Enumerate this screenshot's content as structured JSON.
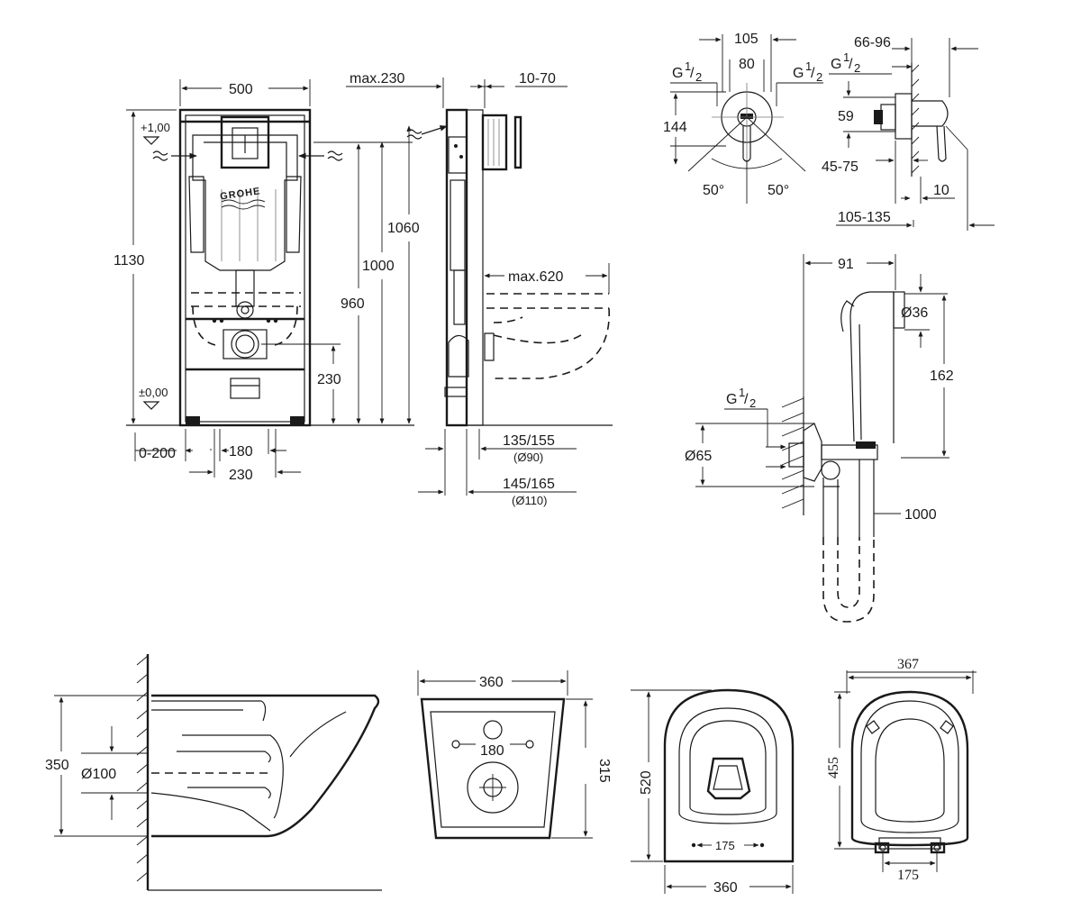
{
  "frame_front": {
    "width": "500",
    "height_total": "1130",
    "top_level": "+1,00",
    "floor_level": "±0,00",
    "h_1060": "1060",
    "h_1000": "1000",
    "h_960": "960",
    "h_230": "230",
    "offset": "0-200",
    "w_180": "180",
    "w_230": "230",
    "logo": "GROHE"
  },
  "frame_side": {
    "max_230": "max.230",
    "range_10_70": "10-70",
    "max_620": "max.620",
    "d_135_155": "135/155",
    "d_135_155_sub": "(Ø90)",
    "d_145_165": "145/165",
    "d_145_165_sub": "(Ø110)"
  },
  "mixer_front": {
    "w_105": "105",
    "w_80": "80",
    "thread_left": "G",
    "thread_right": "G",
    "thread_frac_num": "1",
    "thread_frac_den": "2",
    "h_144": "144",
    "angle_left": "50°",
    "angle_right": "50°"
  },
  "mixer_side": {
    "range_66_96": "66-96",
    "thread": "G",
    "thread_frac_num": "1",
    "thread_frac_den": "2",
    "h_59": "59",
    "range_45_75": "45-75",
    "w_10": "10",
    "range_105_135": "105-135"
  },
  "hand_shower": {
    "w_91": "91",
    "d_36": "Ø36",
    "h_162": "162",
    "thread": "G",
    "thread_frac_num": "1",
    "thread_frac_den": "2",
    "d_65": "Ø65",
    "hose_length": "1000"
  },
  "bowl_side": {
    "h_350": "350",
    "d_100": "Ø100"
  },
  "bowl_back": {
    "w_360": "360",
    "h_315": "315",
    "w_180": "180"
  },
  "bowl_top": {
    "h_520": "520",
    "w_360": "360",
    "w_175": "175"
  },
  "seat": {
    "w_367": "367",
    "h_455": "455",
    "w_175": "175"
  }
}
